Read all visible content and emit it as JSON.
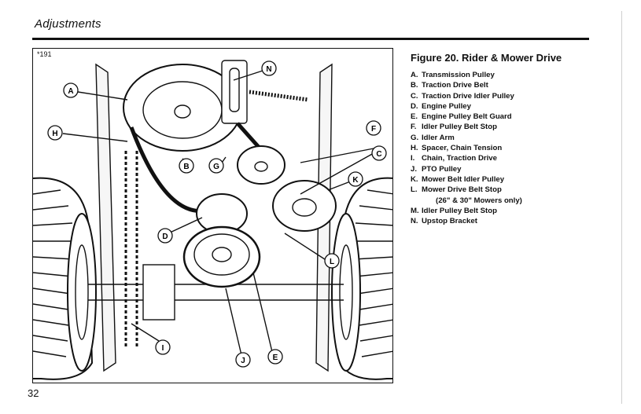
{
  "page": {
    "section_header": "Adjustments",
    "page_number": "32"
  },
  "figure": {
    "number": "*191",
    "title": "Figure 20. Rider & Mower Drive",
    "callouts": [
      "A",
      "B",
      "C",
      "D",
      "E",
      "F",
      "G",
      "H",
      "I",
      "J",
      "K",
      "L",
      "N"
    ]
  },
  "legend": {
    "items": [
      {
        "key": "A.",
        "text": "Transmission Pulley"
      },
      {
        "key": "B.",
        "text": "Traction Drive Belt"
      },
      {
        "key": "C.",
        "text": "Traction Drive Idler Pulley"
      },
      {
        "key": "D.",
        "text": "Engine Pulley"
      },
      {
        "key": "E.",
        "text": "Engine Pulley Belt Guard"
      },
      {
        "key": "F.",
        "text": "Idler Pulley Belt Stop"
      },
      {
        "key": "G.",
        "text": "Idler Arm"
      },
      {
        "key": "H.",
        "text": "Spacer, Chain Tension"
      },
      {
        "key": "I.",
        "text": "Chain, Traction Drive"
      },
      {
        "key": "J.",
        "text": "PTO Pulley"
      },
      {
        "key": "K.",
        "text": "Mower Belt Idler Pulley"
      },
      {
        "key": "L.",
        "text": "Mower Drive Belt Stop"
      },
      {
        "key": "",
        "text": "(26\" & 30\" Mowers only)"
      },
      {
        "key": "M.",
        "text": "Idler Pulley Belt Stop"
      },
      {
        "key": "N.",
        "text": "Upstop Bracket"
      }
    ]
  }
}
